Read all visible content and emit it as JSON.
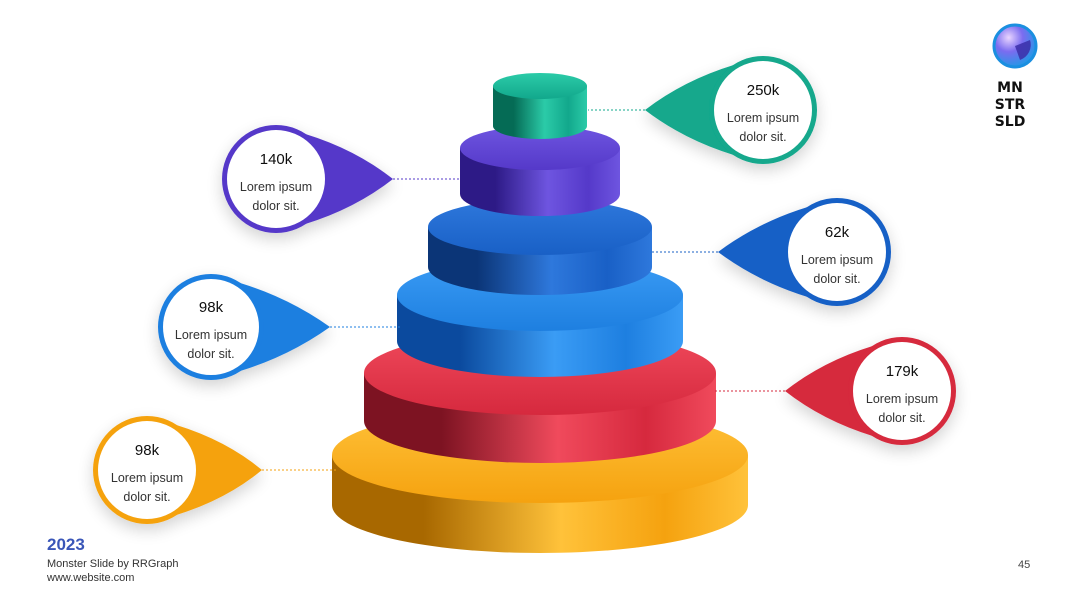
{
  "logo": {
    "lines": [
      "MN",
      "STR",
      "SLD"
    ]
  },
  "footer": {
    "year": "2023",
    "credit": "Monster Slide by RRGraph",
    "website": "www.website.com",
    "page_number": "45"
  },
  "tiers": [
    {
      "value": "98k",
      "desc1": "Lorem ipsum",
      "desc2": "dolor sit.",
      "side": "left",
      "color": "#F5A20F",
      "dark": "#A86800",
      "light": "#FFC23A"
    },
    {
      "value": "179k",
      "desc1": "Lorem ipsum",
      "desc2": "dolor sit.",
      "side": "right",
      "color": "#D6293E",
      "dark": "#7D1322",
      "light": "#F04A5C"
    },
    {
      "value": "98k",
      "desc1": "Lorem ipsum",
      "desc2": "dolor sit.",
      "side": "left",
      "color": "#1E7FE0",
      "dark": "#0B4A9E",
      "light": "#3A9CF5"
    },
    {
      "value": "62k",
      "desc1": "Lorem ipsum",
      "desc2": "dolor sit.",
      "side": "right",
      "color": "#1960C6",
      "dark": "#0B3577",
      "light": "#2E78DC"
    },
    {
      "value": "140k",
      "desc1": "Lorem ipsum",
      "desc2": "dolor sit.",
      "side": "left",
      "color": "#5539C9",
      "dark": "#2D1A86",
      "light": "#6E55E0"
    },
    {
      "value": "250k",
      "desc1": "Lorem ipsum",
      "desc2": "dolor sit.",
      "side": "right",
      "color": "#12A88C",
      "dark": "#056B55",
      "light": "#2BCBA8"
    }
  ]
}
